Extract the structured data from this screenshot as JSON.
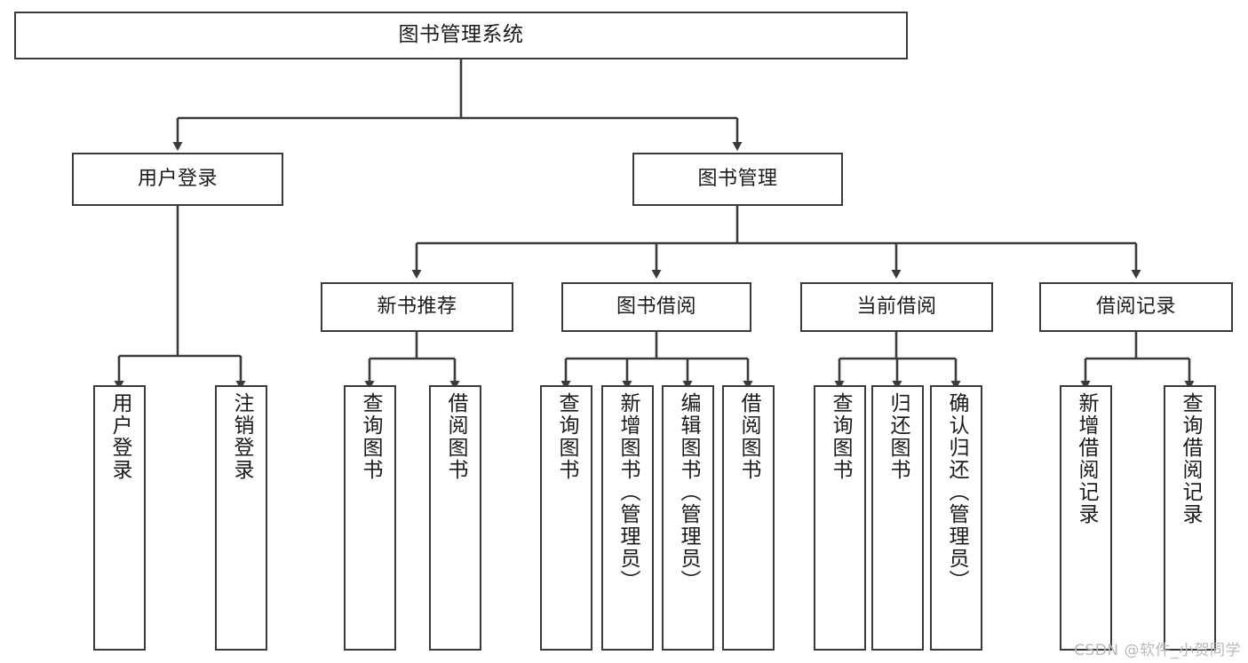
{
  "diagram": {
    "title": "图书管理系统",
    "type": "hierarchy-tree",
    "orientation": "top-down",
    "colors": {
      "box_border": "#3a3a3a",
      "box_fill": "#ffffff",
      "connector": "#3a3a3a",
      "text": "#1b1b1b",
      "watermark": "#b9b9b9",
      "background": "#ffffff"
    },
    "root": {
      "label": "图书管理系统"
    },
    "level1": [
      {
        "id": "user-login",
        "label": "用户登录"
      },
      {
        "id": "book-management",
        "label": "图书管理"
      }
    ],
    "level2": [
      {
        "id": "new-book-recommend",
        "label": "新书推荐",
        "parent": "book-management"
      },
      {
        "id": "book-borrow",
        "label": "图书借阅",
        "parent": "book-management"
      },
      {
        "id": "current-borrow",
        "label": "当前借阅",
        "parent": "book-management"
      },
      {
        "id": "borrow-record",
        "label": "借阅记录",
        "parent": "book-management"
      }
    ],
    "leaves": [
      {
        "id": "leaf-user-login",
        "label": "用户登录",
        "parent": "user-login"
      },
      {
        "id": "leaf-logout",
        "label": "注销登录",
        "parent": "user-login"
      },
      {
        "id": "leaf-query-book-recommend",
        "label": "查询图书",
        "parent": "new-book-recommend"
      },
      {
        "id": "leaf-borrow-book-recommend",
        "label": "借阅图书",
        "parent": "new-book-recommend"
      },
      {
        "id": "leaf-query-book-borrow",
        "label": "查询图书",
        "parent": "book-borrow"
      },
      {
        "id": "leaf-add-book",
        "label": "新增图书（管理员）",
        "parent": "book-borrow"
      },
      {
        "id": "leaf-edit-book",
        "label": "编辑图书（管理员）",
        "parent": "book-borrow"
      },
      {
        "id": "leaf-borrow-book",
        "label": "借阅图书",
        "parent": "book-borrow"
      },
      {
        "id": "leaf-query-book-current",
        "label": "查询图书",
        "parent": "current-borrow"
      },
      {
        "id": "leaf-return-book",
        "label": "归还图书",
        "parent": "current-borrow"
      },
      {
        "id": "leaf-confirm-return",
        "label": "确认归还（管理员）",
        "parent": "current-borrow"
      },
      {
        "id": "leaf-add-borrow-record",
        "label": "新增借阅记录",
        "parent": "borrow-record"
      },
      {
        "id": "leaf-query-borrow-record",
        "label": "查询借阅记录",
        "parent": "borrow-record"
      }
    ]
  },
  "watermark": {
    "text": "CSDN @软件_小贺同学"
  }
}
